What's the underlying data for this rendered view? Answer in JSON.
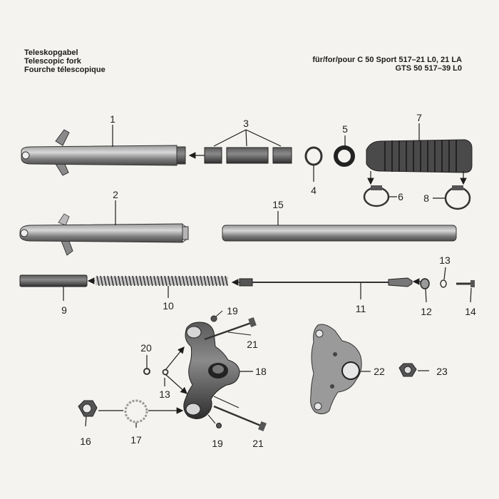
{
  "header": {
    "title_de": "Teleskopgabel",
    "title_en": "Telescopic fork",
    "title_fr": "Fourche télescopique",
    "model_line1": "für/for/pour C 50 Sport 517–21 L0, 21 LA",
    "model_line2": "GTS 50 517–39 L0"
  },
  "callouts": [
    "1",
    "2",
    "3",
    "4",
    "5",
    "6",
    "7",
    "8",
    "9",
    "10",
    "11",
    "12",
    "13",
    "14",
    "15",
    "16",
    "17",
    "18",
    "19",
    "20",
    "21",
    "22",
    "23"
  ],
  "colors": {
    "ink": "#1c1c1c",
    "part": "#6f6f6f",
    "part_dark": "#3a3a3a",
    "paper": "#f4f3ef"
  }
}
